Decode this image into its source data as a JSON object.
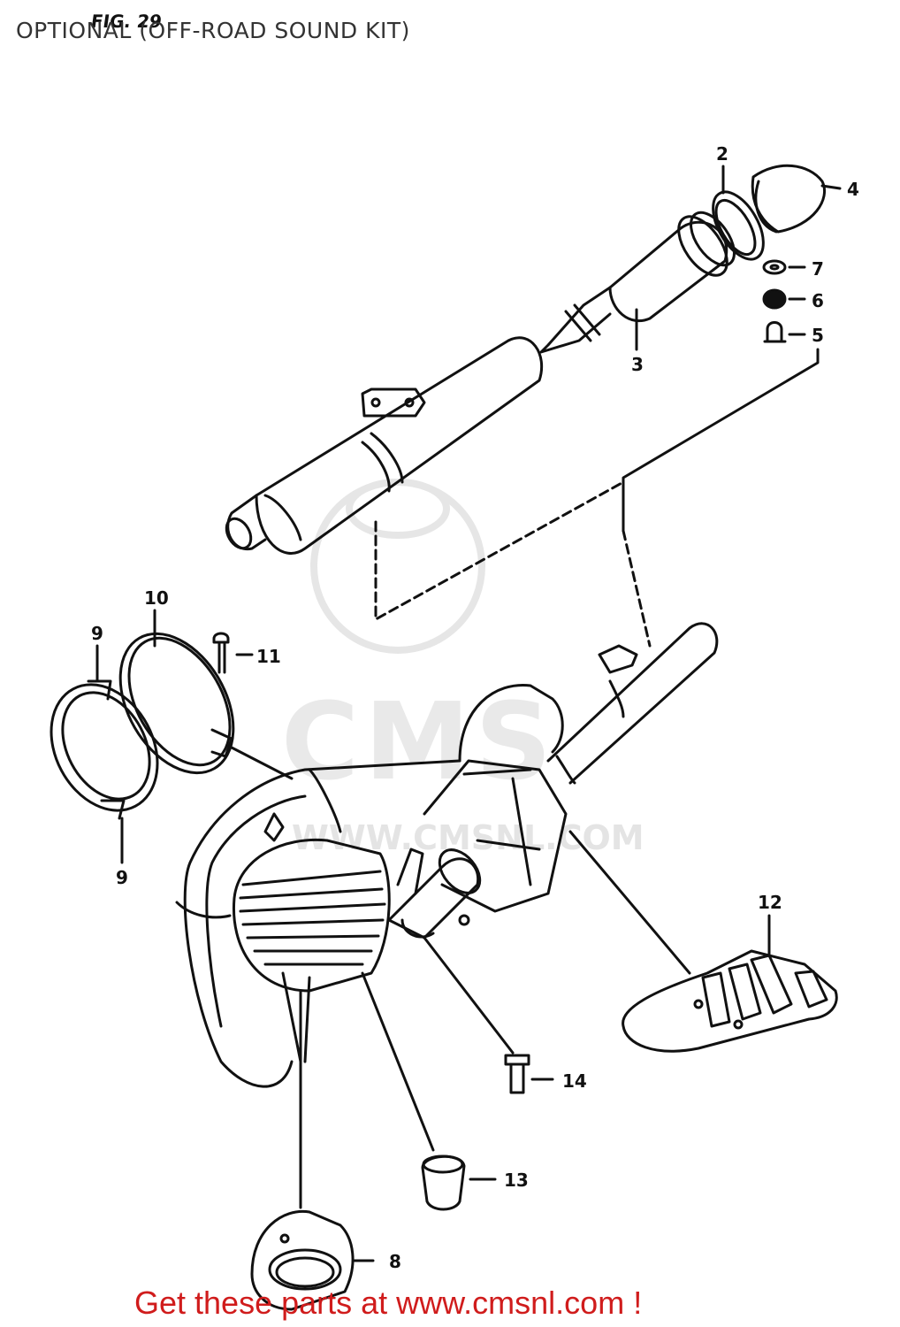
{
  "header": {
    "fig_label": "FIG. 29",
    "title": "OPTIONAL (OFF-ROAD SOUND KIT)"
  },
  "watermark": {
    "brand": "CMS",
    "url": "WWW.CMSNL.COM"
  },
  "callouts": [
    "2",
    "4",
    "7",
    "6",
    "5",
    "3",
    "10",
    "9",
    "11",
    "9",
    "12",
    "14",
    "13",
    "8"
  ],
  "footer": {
    "text": "Get these parts at www.cmsnl.com !"
  },
  "colors": {
    "line": "#111111",
    "footer": "#d01c1c",
    "watermark": "#e6e6e6"
  }
}
